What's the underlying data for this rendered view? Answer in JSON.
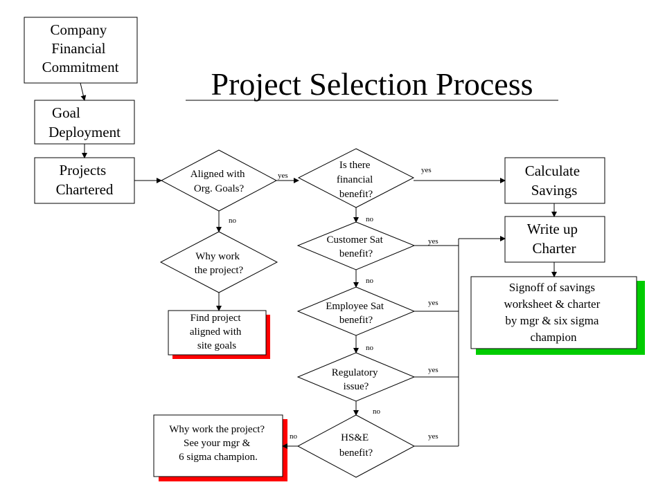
{
  "title": "Project Selection Process",
  "colors": {
    "red_shadow": "#ff0000",
    "green_shadow": "#00cc00",
    "ink": "#000000"
  },
  "nodes": {
    "company_financial_commitment": {
      "lines": [
        "Company",
        "Financial",
        "Commitment"
      ]
    },
    "goal_deployment": {
      "lines": [
        "Goal",
        "Deployment"
      ]
    },
    "projects_chartered": {
      "lines": [
        "Projects",
        "Chartered"
      ]
    },
    "aligned_with_org_goals": {
      "lines": [
        "Aligned with",
        "Org. Goals?"
      ]
    },
    "why_work_the_project": {
      "lines": [
        "Why work",
        "the project?"
      ]
    },
    "find_project_aligned": {
      "lines": [
        "Find project",
        "aligned with",
        "site goals"
      ]
    },
    "is_there_financial_benefit": {
      "lines": [
        "Is there",
        "financial",
        "benefit?"
      ]
    },
    "customer_sat_benefit": {
      "lines": [
        "Customer Sat",
        "benefit?"
      ]
    },
    "employee_sat_benefit": {
      "lines": [
        "Employee Sat",
        "benefit?"
      ]
    },
    "regulatory_issue": {
      "lines": [
        "Regulatory",
        "issue?"
      ]
    },
    "hse_benefit": {
      "lines": [
        "HS&E",
        "benefit?"
      ]
    },
    "why_work_see_mgr": {
      "lines": [
        "Why work the project?",
        "See your mgr &",
        "6 sigma champion."
      ]
    },
    "calculate_savings": {
      "lines": [
        "Calculate",
        "Savings"
      ]
    },
    "write_up_charter": {
      "lines": [
        "Write up",
        "Charter"
      ]
    },
    "signoff": {
      "lines": [
        "Signoff of savings",
        "worksheet & charter",
        "by mgr & six sigma",
        "champion"
      ]
    }
  },
  "edge_labels": {
    "yes": "yes",
    "no": "no"
  }
}
